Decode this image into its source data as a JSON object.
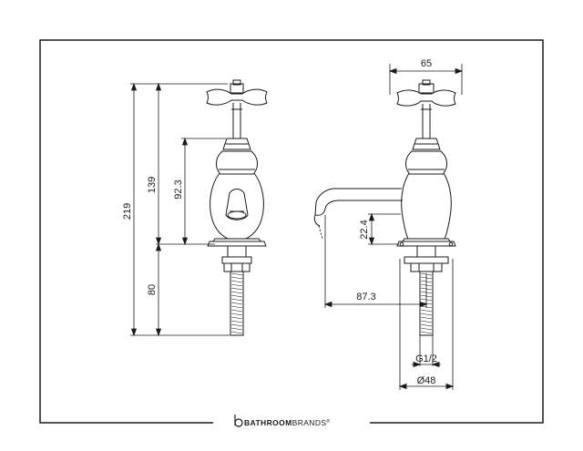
{
  "dimensions": {
    "front_total_height": "219",
    "front_upper_height": "139",
    "front_body_height": "92.3",
    "front_shank_length": "80",
    "side_handle_width": "65",
    "side_spout_height": "22.4",
    "side_spout_reach": "87.3",
    "side_thread": "G1/2",
    "side_base_diameter": "Ø48"
  },
  "brand": {
    "name_bold": "BATHROOM",
    "name_light": "BRANDS",
    "mark": "®"
  },
  "colors": {
    "line": "#1a1a1a",
    "paper": "#ffffff"
  }
}
